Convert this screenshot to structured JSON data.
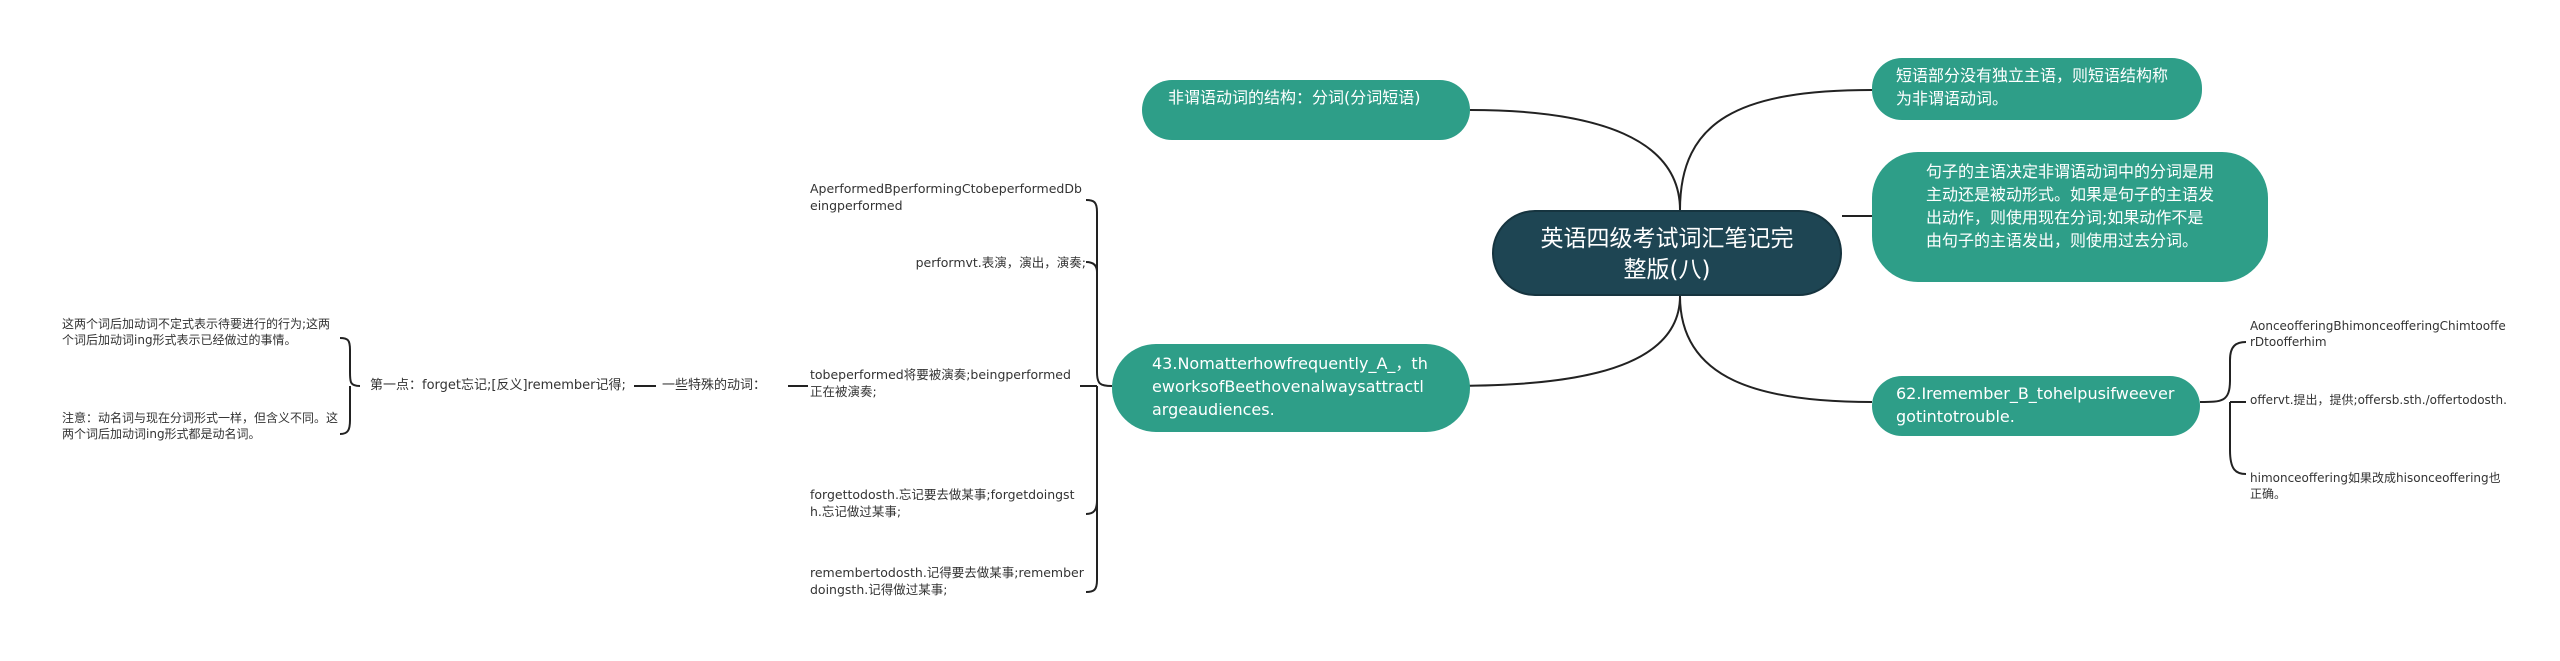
{
  "center": {
    "title": "英语四级考试词汇笔记完整版(八)"
  },
  "right": {
    "top_1": "短语部分没有独立主语，则短语结构称为非谓语动词。",
    "top_2": "句子的主语决定非谓语动词中的分词是用主动还是被动形式。如果是句子的主语发出动作，则使用现在分词;如果动作不是由句子的主语发出，则使用过去分词。",
    "q62": "62.Iremember_B_tohelpusifweevergotintotrouble.",
    "q62_items": [
      "AonceofferingBhimonceofferingChimtoofferDtoofferhim",
      "offervt.提出，提供;offersb.sth./offertodosth.",
      "himonceoffering如果改成hisonceoffering也正确。"
    ]
  },
  "left": {
    "top": "非谓语动词的结构：分词(分词短语)",
    "q43": "43.Nomatterhowfrequently_A_，theworksofBeethovenalwaysattractlargeaudiences.",
    "q43_items": [
      "AperformedBperformingCtobeperformedDbeingperformed",
      "performvt.表演，演出，演奏;",
      "tobeperformed将要被演奏;beingperformed正在被演奏;",
      "forgettodosth.忘记要去做某事;forgetdoingsth.忘记做过某事;",
      "remembertodosth.记得要去做某事;rememberdoingsth.记得做过某事;"
    ],
    "special_verbs": "一些特殊的动词：",
    "point_one": "第一点：forget忘记;[反义]remember记得;",
    "notes": [
      "这两个词后加动词不定式表示待要进行的行为;这两个词后加动词ing形式表示已经做过的事情。",
      "注意：动名词与现在分词形式一样，但含义不同。这两个词后加动词ing形式都是动名词。"
    ]
  }
}
